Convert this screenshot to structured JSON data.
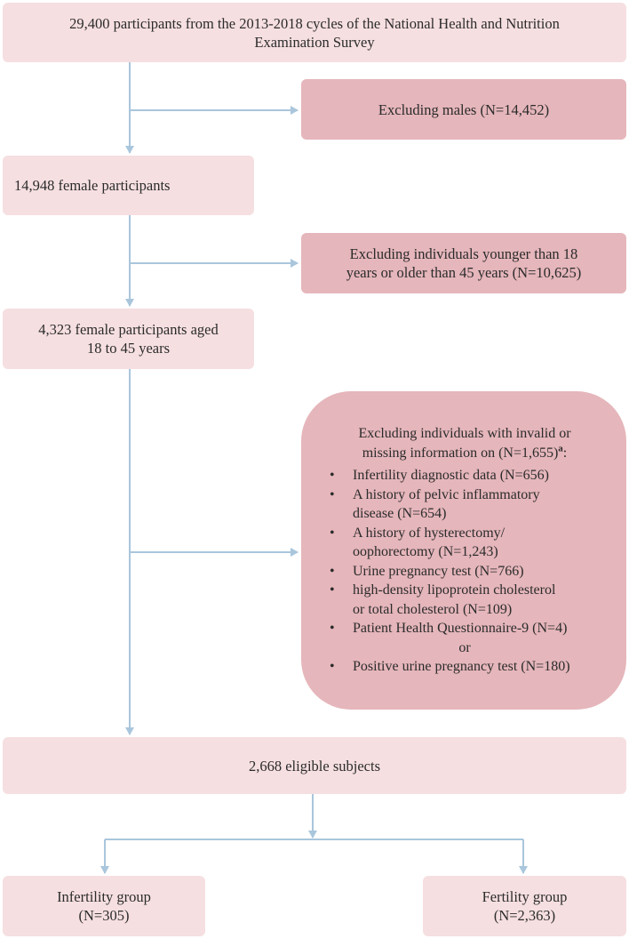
{
  "start": {
    "line1": "29,400 participants from the 2013-2018 cycles of the National Health and Nutrition",
    "line2": "Examination Survey"
  },
  "exclude1": "Excluding males (N=14,452)",
  "female": "14,948 female participants",
  "exclude2": {
    "line1": "Excluding individuals younger than 18",
    "line2": "years or older than 45 years (N=10,625)"
  },
  "aged": {
    "line1": "4,323 female participants aged",
    "line2": "18 to 45 years"
  },
  "exclude3": {
    "heading1": "Excluding individuals with invalid or",
    "heading2": "missing information on (N=1,655)",
    "heading_sup": "a",
    "heading_colon": ":",
    "items": [
      {
        "line1": "Infertility diagnostic data (N=656)",
        "line2": ""
      },
      {
        "line1": "A history of pelvic inflammatory",
        "line2": "disease (N=654)"
      },
      {
        "line1": "A history of hysterectomy/",
        "line2": "oophorectomy (N=1,243)"
      },
      {
        "line1": "Urine pregnancy test (N=766)",
        "line2": ""
      },
      {
        "line1": "high-density lipoprotein cholesterol",
        "line2": "or total cholesterol (N=109)"
      },
      {
        "line1": "Patient Health Questionnaire-9 (N=4)",
        "line2": ""
      }
    ],
    "or": "or",
    "last": "Positive urine pregnancy test (N=180)"
  },
  "eligible": "2,668 eligible subjects",
  "infertility": {
    "line1": "Infertility group",
    "line2": "(N=305)"
  },
  "fertility": {
    "line1": "Fertility group",
    "line2": "(N=2,363)"
  },
  "colors": {
    "light_box": "#f6dfe1",
    "dark_box": "#e5b6bb",
    "connector": "#a9c6dc"
  }
}
